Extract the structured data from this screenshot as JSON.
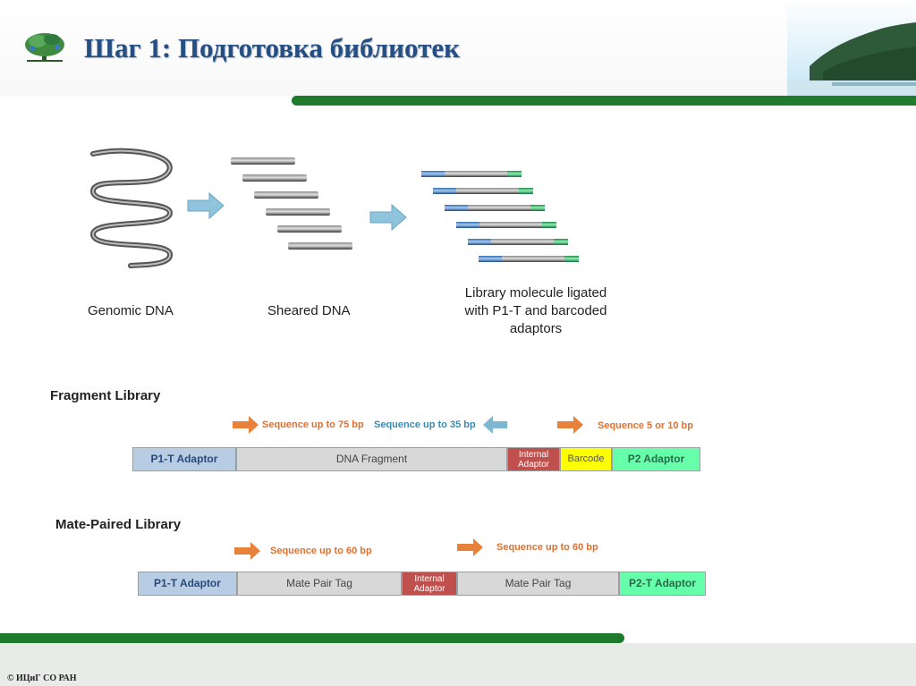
{
  "header": {
    "title": "Шаг 1: Подготовка библиотек"
  },
  "footer": {
    "copyright": "© ИЦиГ СО РАН"
  },
  "workflow": {
    "genomic_label": "Genomic DNA",
    "sheared_label": "Sheared DNA",
    "library_label_1": "Library molecule ligated",
    "library_label_2": "with P1-T and barcoded",
    "library_label_3": "adaptors"
  },
  "fragment_library": {
    "title": "Fragment Library",
    "seq1": "Sequence up to 75 bp",
    "seq2": "Sequence up to 35 bp",
    "seq3": "Sequence 5 or 10 bp",
    "p1": "P1-T Adaptor",
    "dna": "DNA Fragment",
    "internal_1": "Internal",
    "internal_2": "Adaptor",
    "barcode": "Barcode",
    "p2": "P2 Adaptor"
  },
  "mate_paired_library": {
    "title": "Mate-Paired Library",
    "seq1": "Sequence up to 60 bp",
    "seq2": "Sequence up to 60 bp",
    "p1": "P1-T Adaptor",
    "tag1": "Mate Pair Tag",
    "internal_1": "Internal",
    "internal_2": "Adaptor",
    "tag2": "Mate Pair Tag",
    "p2": "P2-T Adaptor"
  },
  "colors": {
    "title": "#254f82",
    "rule_green": "#1f7a2c",
    "p1_blue": "#b8cce4",
    "fragment_gray": "#d8d8d8",
    "internal_red": "#c0504d",
    "barcode_yellow": "#ffff00",
    "p2_green": "#66ffaa",
    "arrow_orange": "#e8823a",
    "arrow_blue": "#7fb7d2"
  },
  "icons": {
    "logo": "tree-logo-icon",
    "landscape": "forest-landscape-image"
  }
}
